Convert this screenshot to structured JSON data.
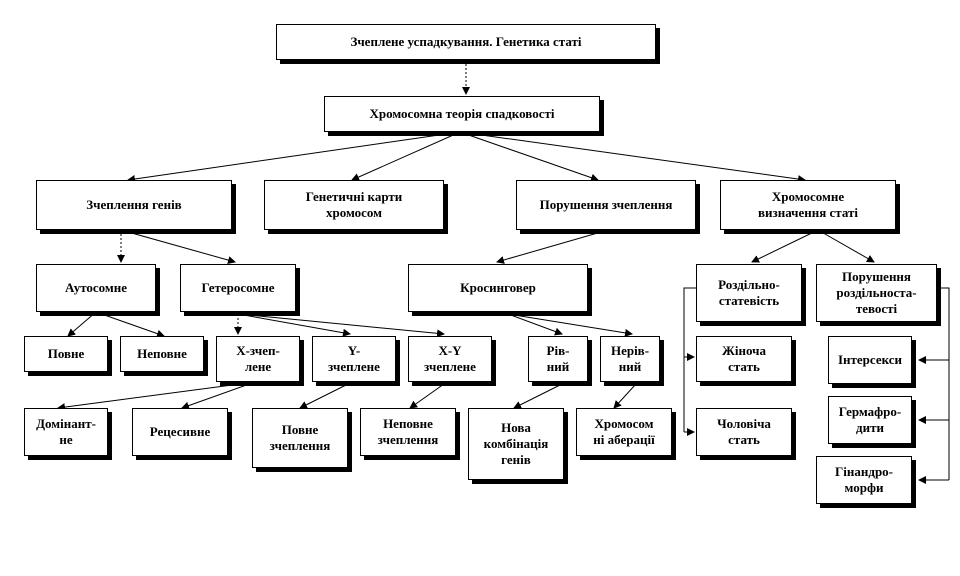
{
  "nodes": {
    "n_root": "Зчеплене успадкування. Генетика статі",
    "n_theory": "Хромосомна теорія спадковості",
    "n_linkage": "Зчеплення генів",
    "n_maps": "Генетичні карти\nхромосом",
    "n_breach": "Порушення зчеплення",
    "n_sexdet": "Хромосомне\nвизначення статі",
    "n_auto": "Аутосомне",
    "n_hetero": "Гетеросомне",
    "n_cross": "Кросинговер",
    "n_separate": "Роздільно-\nстатевість",
    "n_sepviol": "Порушення\nроздільноста-\nтевості",
    "n_full": "Повне",
    "n_incomplete": "Неповне",
    "n_x": "Х-зчеп-\nлене",
    "n_y": "Y-\nзчеплене",
    "n_xy": "X-Y\nзчеплене",
    "n_equal": "Рів-\nний",
    "n_unequal": "Нерів-\nний",
    "n_female": "Жіноча\nстать",
    "n_male": "Чоловіча\nстать",
    "n_intersex": "Інтерсекси",
    "n_herm": "Гермафро-\nдити",
    "n_gyn": "Гінандро-\nморфи",
    "n_dom": "Домінант-\nне",
    "n_rec": "Рецесивне",
    "n_fulllink": "Повне\nзчеплення",
    "n_partlink": "Неповне\nзчеплення",
    "n_newcomb": "Нова\nкомбінація\nгенів",
    "n_aberr": "Хромосом\nні аберації"
  }
}
